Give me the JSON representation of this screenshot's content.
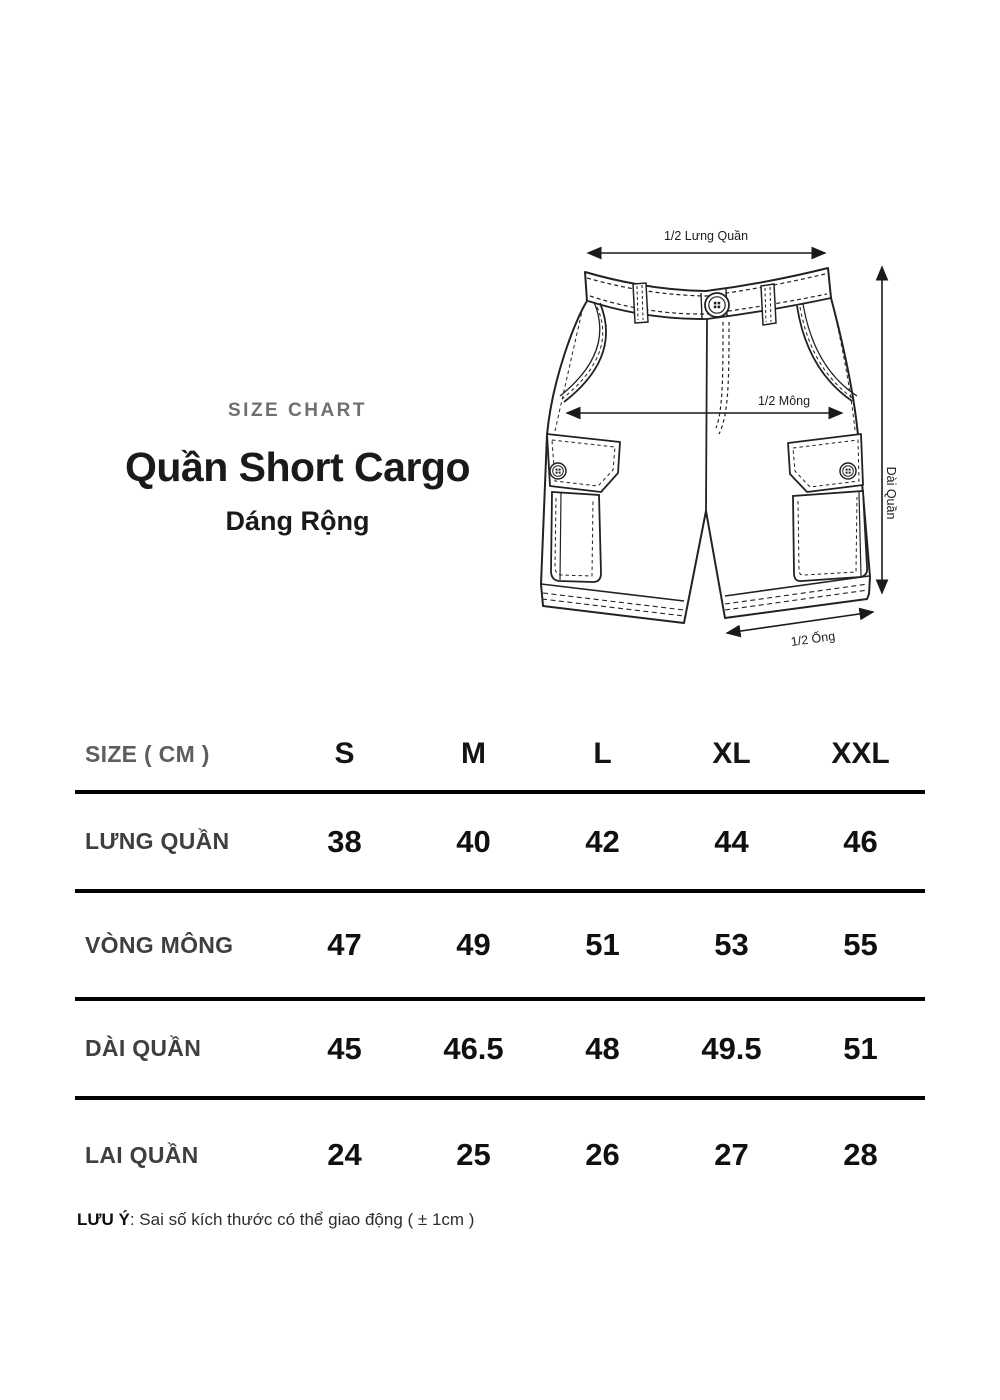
{
  "header": {
    "eyebrow": "SIZE CHART",
    "title": "Quần Short Cargo",
    "subtitle": "Dáng Rộng"
  },
  "diagram": {
    "labels": {
      "half_waist": "1/2 Lưng Quần",
      "half_hip": "1/2 Mông",
      "length": "Dài Quần",
      "half_leg_opening": "1/2 Ống"
    }
  },
  "size_table": {
    "corner_label": "SIZE ( CM )",
    "sizes": [
      "S",
      "M",
      "L",
      "XL",
      "XXL"
    ],
    "rows": [
      {
        "label": "LƯNG QUẦN",
        "values": [
          "38",
          "40",
          "42",
          "44",
          "46"
        ]
      },
      {
        "label": "VÒNG MÔNG",
        "values": [
          "47",
          "49",
          "51",
          "53",
          "55"
        ]
      },
      {
        "label": "DÀI QUẦN",
        "values": [
          "45",
          "46.5",
          "48",
          "49.5",
          "51"
        ]
      },
      {
        "label": "LAI QUẦN",
        "values": [
          "24",
          "25",
          "26",
          "27",
          "28"
        ]
      }
    ]
  },
  "note": {
    "label": "LƯU Ý",
    "text": ": Sai số kích thước có thể giao động ( ± 1cm )"
  },
  "colors": {
    "background": "#ffffff",
    "eyebrow_gray": "#6f6f6f",
    "row_label_gray": "#3f3f3f",
    "value_black": "#101010",
    "table_line": "#000000",
    "drawing_stroke": "#222222"
  }
}
